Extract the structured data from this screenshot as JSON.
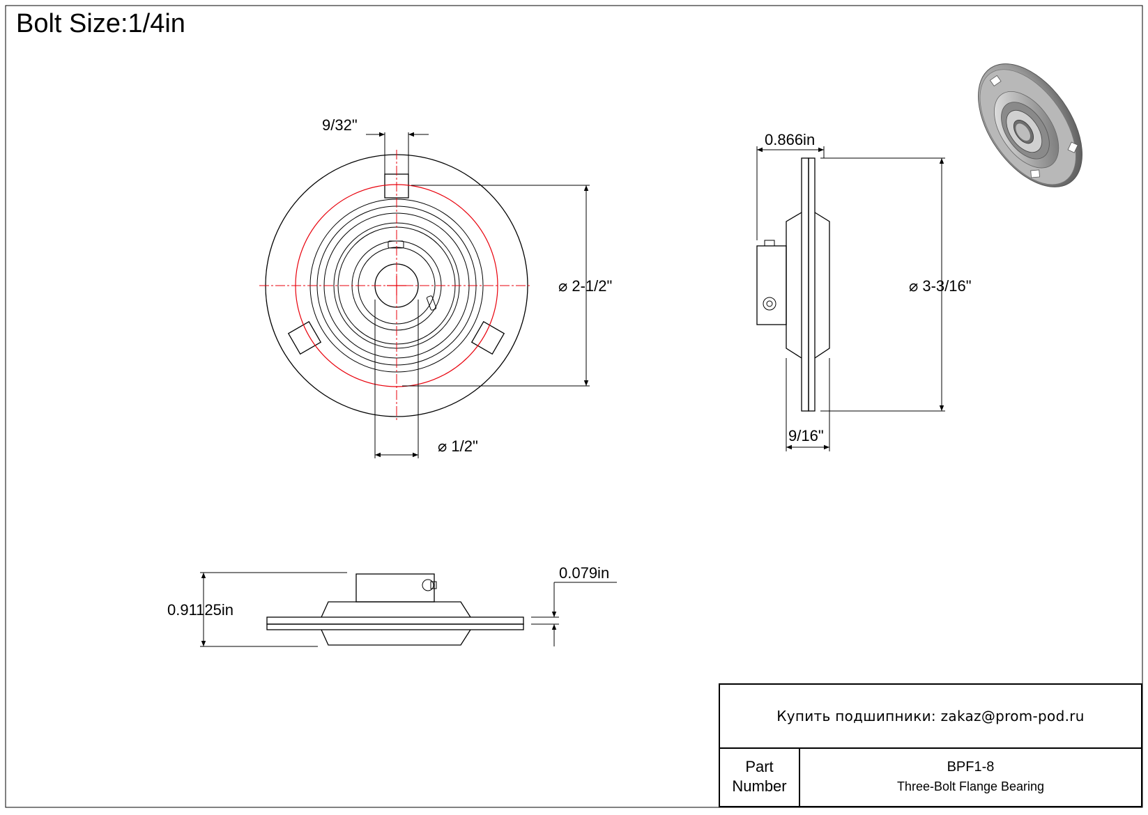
{
  "drawing": {
    "title": "Bolt Size:1/4in"
  },
  "front_view": {
    "dim_slot_width": "9/32\"",
    "dim_bolt_circle": "⌀ 2-1/2\"",
    "dim_bore": "⌀ 1/2\""
  },
  "side_view": {
    "dim_overall_length": "0.866in",
    "dim_flange_diameter": "⌀ 3-3/16\"",
    "dim_flange_width": "9/16\""
  },
  "bottom_view": {
    "dim_height": "0.91125in",
    "dim_plate_thickness": "0.079in"
  },
  "title_block": {
    "buy_text": "Купить подшипники: zakaz@prom-pod.ru",
    "part_label_line1": "Part",
    "part_label_line2": "Number",
    "part_number": "BPF1-8",
    "part_description": "Three-Bolt Flange Bearing"
  },
  "colors": {
    "line": "#000000",
    "centerline": "#e8000b",
    "background": "#ffffff"
  }
}
